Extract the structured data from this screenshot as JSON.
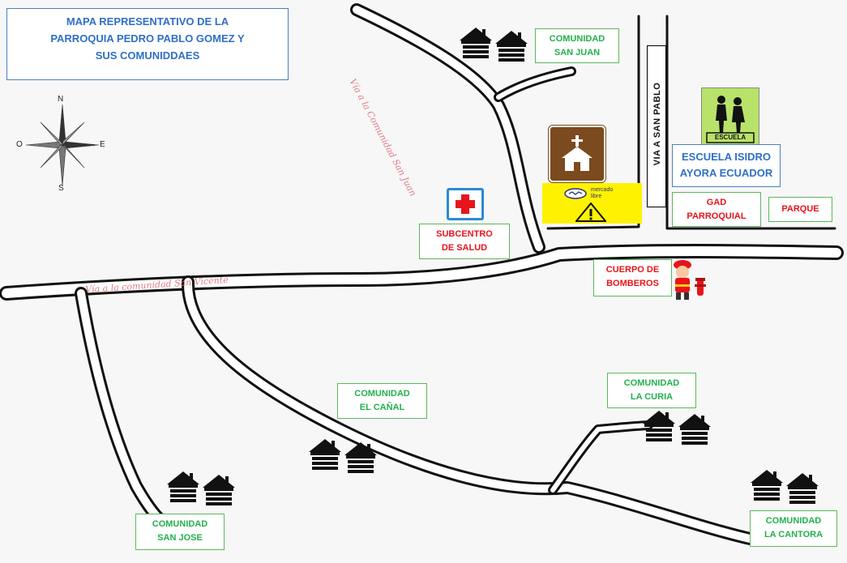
{
  "title": {
    "line1": "MAPA REPRESENTATIVO DE LA",
    "line2": "PARROQUIA PEDRO PABLO GOMEZ Y",
    "line3": "SUS COMUNIDDAES"
  },
  "compass": {
    "n": "N",
    "s": "S",
    "e": "E",
    "o": "O"
  },
  "roads": {
    "via_san_pablo": "VIA A SAN PABLO",
    "handwritten_san_vicente": "Vía a la comunidad San Vicente",
    "handwritten_san_juan": "Vía a la Comunidad San Juan"
  },
  "communities": {
    "san_juan": {
      "line1": "COMUNIDAD",
      "line2": "SAN JUAN"
    },
    "el_canal": {
      "line1": "COMUNIDAD",
      "line2": "EL CAÑAL"
    },
    "la_curia": {
      "line1": "COMUNIDAD",
      "line2": "LA CURIA"
    },
    "san_jose": {
      "line1": "COMUNIDAD",
      "line2": "SAN JOSE"
    },
    "la_cantora": {
      "line1": "COMUNIDAD",
      "line2": "LA CANTORA"
    }
  },
  "places": {
    "subcentro": {
      "line1": "SUBCENTRO",
      "line2": "DE SALUD"
    },
    "bomberos": {
      "line1": "CUERPO DE",
      "line2": "BOMBEROS"
    },
    "gad": {
      "line1": "GAD",
      "line2": "PARROQUIAL"
    },
    "parque": "PARQUE",
    "escuela": {
      "line1": "ESCUELA ISIDRO",
      "line2": "AYORA ECUADOR"
    },
    "escuela_sign": "ESCUELA",
    "mercado": {
      "line1": "mercado",
      "line2": "libre"
    }
  },
  "colors": {
    "green_text": "#22b14c",
    "red_text": "#e8141b",
    "blue_text": "#2f6fc6",
    "church_sign": "#7b4a1e",
    "school_sign": "#b9e26a",
    "mercado_bg": "#fff200"
  },
  "icons": [
    "compass-rose-icon",
    "church-icon",
    "first-aid-icon",
    "firefighter-icon",
    "school-crossing-icon",
    "warning-icon",
    "houses-icon"
  ]
}
